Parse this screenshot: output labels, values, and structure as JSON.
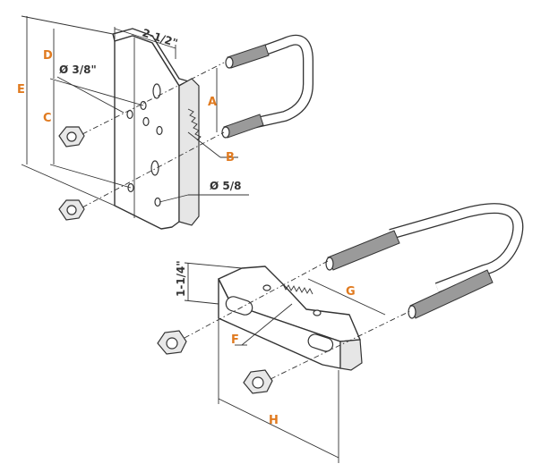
{
  "labels": {
    "A": "A",
    "B": "B",
    "C": "C",
    "D": "D",
    "E": "E",
    "F": "F",
    "G": "G",
    "H": "H",
    "width_top": "2-1/2\"",
    "dia_small": "Ø 3/8\"",
    "dia_large": "Ø 5/8",
    "height_small": "1-1/4\""
  },
  "colors": {
    "accent": "#e07a1f",
    "line": "#333333",
    "thread": "#9a9a9a"
  }
}
